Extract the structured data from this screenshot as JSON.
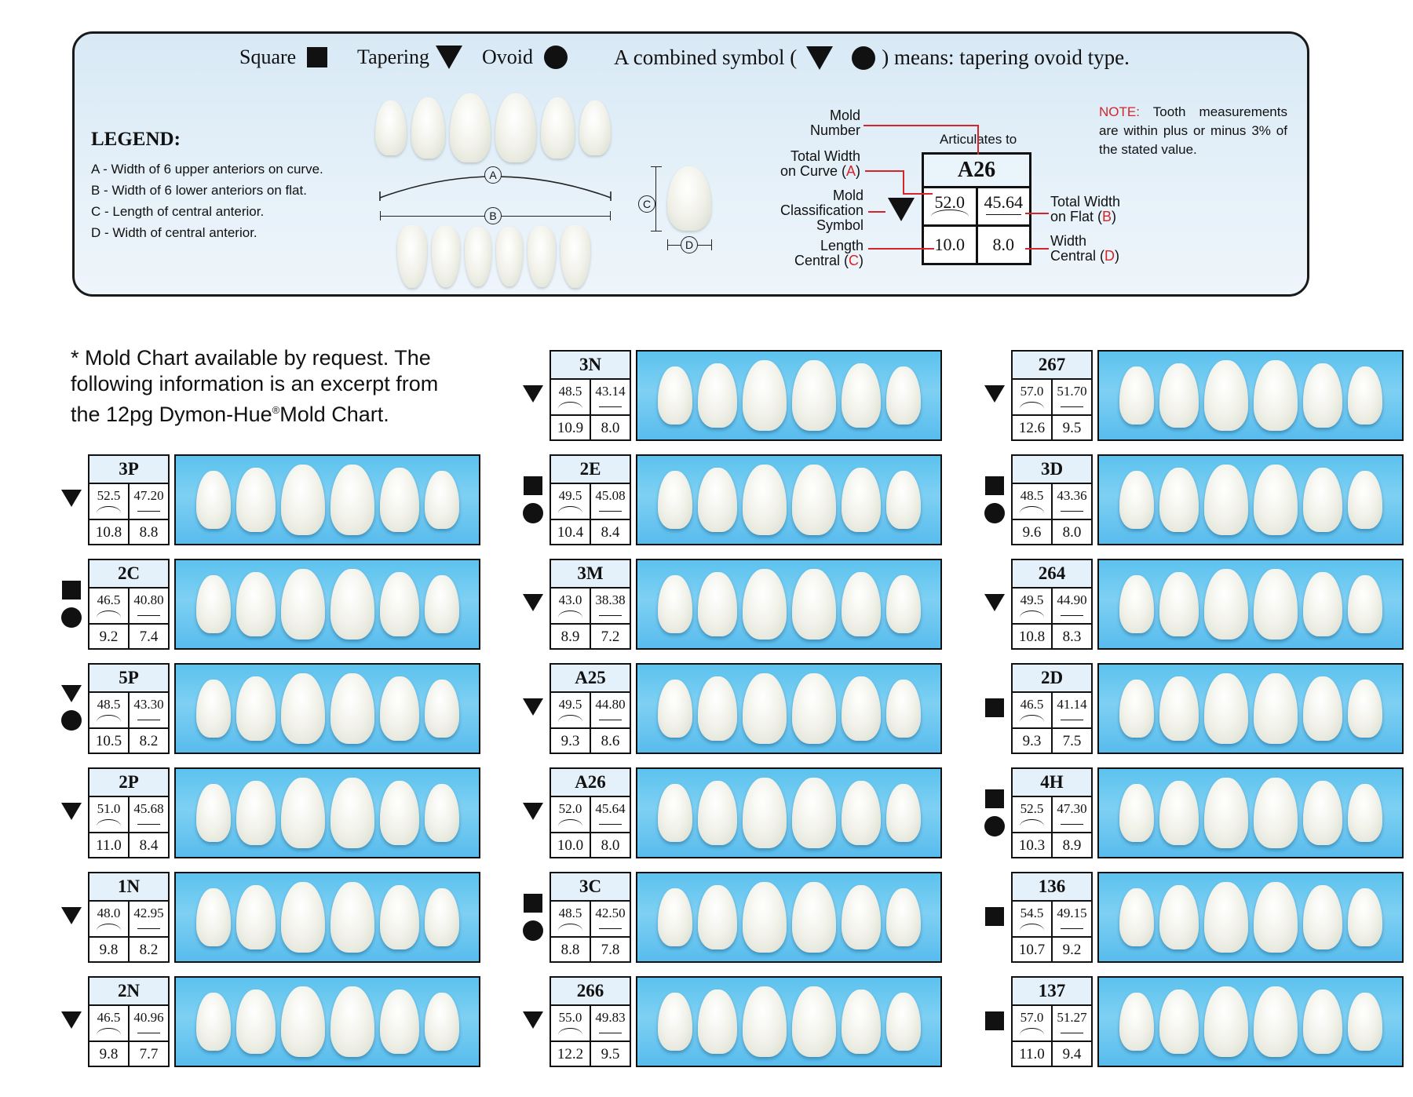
{
  "legend": {
    "square_label": "Square",
    "tapering_label": "Tapering",
    "ovoid_label": "Ovoid",
    "combined_pre": "A combined symbol (",
    "combined_post": ") means: tapering ovoid type.",
    "title": "LEGEND:",
    "lines": [
      "A - Width of 6 upper anteriors on curve.",
      "B - Width of 6 lower anteriors on flat.",
      "C - Length of central anterior.",
      "D - Width of central anterior."
    ],
    "dim_a": "A",
    "dim_b": "B",
    "dim_c": "C",
    "dim_d": "D"
  },
  "diagram": {
    "mold_number": [
      "Mold",
      "Number"
    ],
    "total_width_curve": [
      "Total Width",
      "on Curve ("
    ],
    "mold_class": [
      "Mold",
      "Classification",
      "Symbol"
    ],
    "length_central": [
      "Length",
      "Central ("
    ],
    "articulates_to": "Articulates to",
    "total_width_flat": [
      "Total Width",
      "on Flat ("
    ],
    "width_central": [
      "Width",
      "Central ("
    ],
    "close_paren": ")",
    "sample": {
      "name": "A26",
      "a": "52.0",
      "b": "45.64",
      "c": "10.0",
      "d": "8.0"
    },
    "note_label": "NOTE:",
    "note_text": " Tooth measurements are within plus or minus 3% of the stated value."
  },
  "intro": {
    "line1": "* Mold Chart available by request. The",
    "line2": "following information is an excerpt from",
    "line3_pre": "the 12pg Dymon-Hue",
    "line3_reg": "®",
    "line3_post": "Mold Chart."
  },
  "molds": [
    {
      "name": "3N",
      "a": "48.5",
      "b": "43.14",
      "c": "10.9",
      "d": "8.0",
      "symbols": [
        "tri"
      ]
    },
    {
      "name": "267",
      "a": "57.0",
      "b": "51.70",
      "c": "12.6",
      "d": "9.5",
      "symbols": [
        "tri"
      ]
    },
    {
      "name": "3P",
      "a": "52.5",
      "b": "47.20",
      "c": "10.8",
      "d": "8.8",
      "symbols": [
        "tri"
      ]
    },
    {
      "name": "2E",
      "a": "49.5",
      "b": "45.08",
      "c": "10.4",
      "d": "8.4",
      "symbols": [
        "sq",
        "circ"
      ]
    },
    {
      "name": "3D",
      "a": "48.5",
      "b": "43.36",
      "c": "9.6",
      "d": "8.0",
      "symbols": [
        "sq",
        "circ"
      ]
    },
    {
      "name": "2C",
      "a": "46.5",
      "b": "40.80",
      "c": "9.2",
      "d": "7.4",
      "symbols": [
        "sq",
        "circ"
      ]
    },
    {
      "name": "3M",
      "a": "43.0",
      "b": "38.38",
      "c": "8.9",
      "d": "7.2",
      "symbols": [
        "tri"
      ]
    },
    {
      "name": "264",
      "a": "49.5",
      "b": "44.90",
      "c": "10.8",
      "d": "8.3",
      "symbols": [
        "tri"
      ]
    },
    {
      "name": "5P",
      "a": "48.5",
      "b": "43.30",
      "c": "10.5",
      "d": "8.2",
      "symbols": [
        "tri",
        "circ"
      ]
    },
    {
      "name": "A25",
      "a": "49.5",
      "b": "44.80",
      "c": "9.3",
      "d": "8.6",
      "symbols": [
        "tri"
      ]
    },
    {
      "name": "2D",
      "a": "46.5",
      "b": "41.14",
      "c": "9.3",
      "d": "7.5",
      "symbols": [
        "sq"
      ]
    },
    {
      "name": "2P",
      "a": "51.0",
      "b": "45.68",
      "c": "11.0",
      "d": "8.4",
      "symbols": [
        "tri"
      ]
    },
    {
      "name": "A26",
      "a": "52.0",
      "b": "45.64",
      "c": "10.0",
      "d": "8.0",
      "symbols": [
        "tri"
      ]
    },
    {
      "name": "4H",
      "a": "52.5",
      "b": "47.30",
      "c": "10.3",
      "d": "8.9",
      "symbols": [
        "sq",
        "circ"
      ]
    },
    {
      "name": "1N",
      "a": "48.0",
      "b": "42.95",
      "c": "9.8",
      "d": "8.2",
      "symbols": [
        "tri"
      ]
    },
    {
      "name": "3C",
      "a": "48.5",
      "b": "42.50",
      "c": "8.8",
      "d": "7.8",
      "symbols": [
        "sq",
        "circ"
      ]
    },
    {
      "name": "136",
      "a": "54.5",
      "b": "49.15",
      "c": "10.7",
      "d": "9.2",
      "symbols": [
        "sq"
      ]
    },
    {
      "name": "2N",
      "a": "46.5",
      "b": "40.96",
      "c": "9.8",
      "d": "7.7",
      "symbols": [
        "tri"
      ]
    },
    {
      "name": "266",
      "a": "55.0",
      "b": "49.83",
      "c": "12.2",
      "d": "9.5",
      "symbols": [
        "tri"
      ]
    },
    {
      "name": "137",
      "a": "57.0",
      "b": "51.27",
      "c": "11.0",
      "d": "9.4",
      "symbols": [
        "sq"
      ]
    }
  ],
  "colors": {
    "accent_red": "#d3252a",
    "photo_blue": "#6ac8f0"
  }
}
